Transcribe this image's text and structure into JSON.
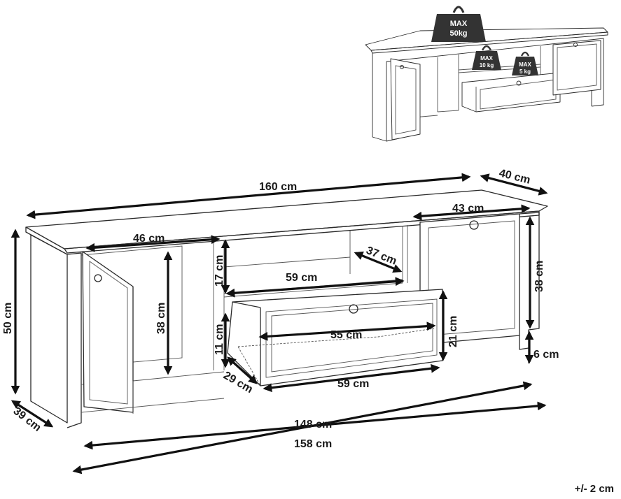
{
  "thumbnail": {
    "weights": [
      {
        "max_label": "MAX",
        "value_label": "50kg"
      },
      {
        "max_label": "MAX",
        "value_label": "10 kg"
      },
      {
        "max_label": "MAX",
        "value_label": "5 kg"
      }
    ]
  },
  "dimensions": {
    "overall_width": "160 cm",
    "overall_depth": "40 cm",
    "left_inner_width": "46 cm",
    "right_door_width": "43 cm",
    "left_inner_height": "38 cm",
    "right_inner_height": "38 cm",
    "open_shelf_height": "17 cm",
    "shelf_depth": "37 cm",
    "shelf_width": "59 cm",
    "drawer_inner_width": "55 cm",
    "drawer_front_height": "21 cm",
    "drawer_inner_height": "11 cm",
    "drawer_depth": "29 cm",
    "drawer_width": "59 cm",
    "leg_height": "6 cm",
    "body_height": "50 cm",
    "side_depth": "39 cm",
    "base_width": "148 cm",
    "total_width": "158 cm"
  },
  "tolerance": "+/- 2 cm"
}
